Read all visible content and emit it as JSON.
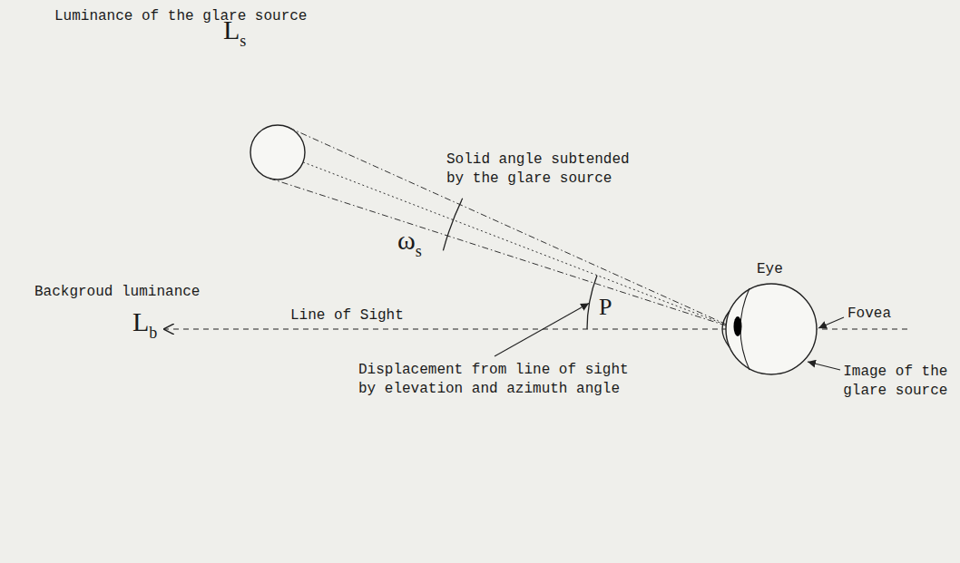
{
  "diagram": {
    "labels": [
      "Luminance of the glare source",
      "Ls",
      "Solid angle subtended by the glare source",
      "ωs",
      "Backgroud luminance",
      "Lb",
      "Line of Sight",
      "P",
      "Eye",
      "Fovea",
      "Displacement from line of sight by elevation and azimuth angle",
      "Image of the glare source"
    ]
  }
}
